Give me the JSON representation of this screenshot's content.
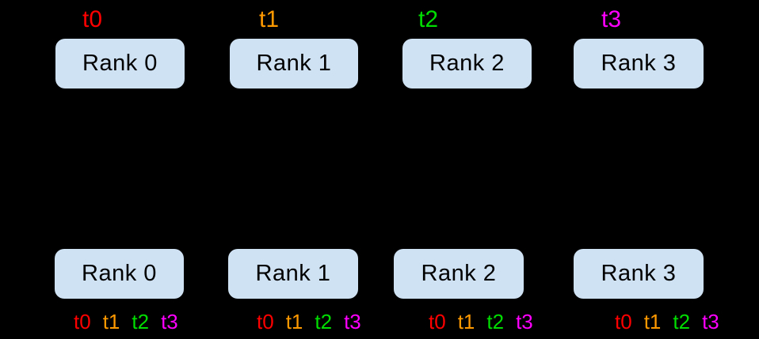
{
  "diagram": {
    "background": "#000000",
    "box": {
      "fill": "#CFE2F3",
      "text_color": "#000000"
    },
    "threads": [
      {
        "label": "t0",
        "color": "#FF0000"
      },
      {
        "label": "t1",
        "color": "#FF9900"
      },
      {
        "label": "t2",
        "color": "#00DD00"
      },
      {
        "label": "t3",
        "color": "#FF00FF"
      }
    ],
    "top_row": {
      "ranks": [
        {
          "label": "Rank 0",
          "tensor": "t0"
        },
        {
          "label": "Rank 1",
          "tensor": "t1"
        },
        {
          "label": "Rank 2",
          "tensor": "t2"
        },
        {
          "label": "Rank 3",
          "tensor": "t3"
        }
      ]
    },
    "bottom_row": {
      "ranks": [
        {
          "label": "Rank 0",
          "tensors": [
            "t0",
            "t1",
            "t2",
            "t3"
          ]
        },
        {
          "label": "Rank 1",
          "tensors": [
            "t0",
            "t1",
            "t2",
            "t3"
          ]
        },
        {
          "label": "Rank 2",
          "tensors": [
            "t0",
            "t1",
            "t2",
            "t3"
          ]
        },
        {
          "label": "Rank 3",
          "tensors": [
            "t0",
            "t1",
            "t2",
            "t3"
          ]
        }
      ]
    }
  }
}
